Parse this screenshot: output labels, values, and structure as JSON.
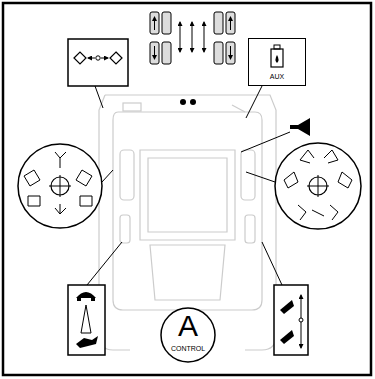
{
  "diagram": {
    "nodes": [
      {
        "text": [
          "AUX"
        ]
      },
      {
        "text": [
          "A",
          "CONTROL"
        ]
      }
    ]
  }
}
